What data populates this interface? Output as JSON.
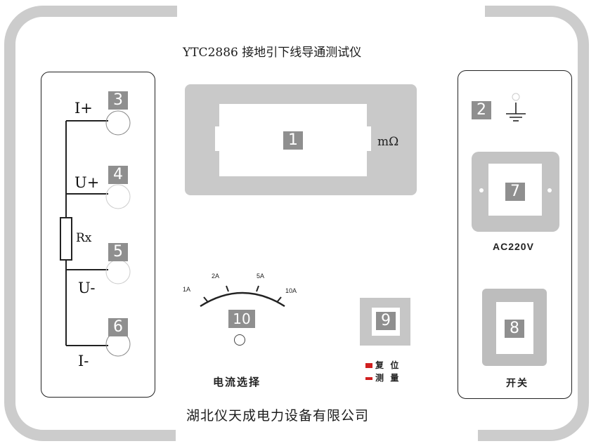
{
  "header": {
    "title": "YTC2886 接地引下线导通测试仪"
  },
  "footer": {
    "manufacturer": "湖北仪天成电力设备有限公司"
  },
  "terminals": {
    "i_plus": {
      "label": "I+",
      "number": "3"
    },
    "u_plus": {
      "label": "U+",
      "number": "4"
    },
    "u_minus": {
      "label": "U-",
      "number": "5"
    },
    "i_minus": {
      "label": "I-",
      "number": "6"
    },
    "resistor_label": "Rx"
  },
  "display": {
    "number": "1",
    "unit": "mΩ"
  },
  "ground": {
    "number": "2"
  },
  "power_socket": {
    "number": "7",
    "label": "AC220V"
  },
  "power_switch": {
    "number": "8",
    "label": "开关"
  },
  "test_button": {
    "number": "9",
    "reset_label": "复 位",
    "measure_label": "测 量"
  },
  "current_selector": {
    "number": "10",
    "label": "电流选择",
    "options": [
      "1A",
      "2A",
      "5A",
      "10A"
    ]
  },
  "colors": {
    "bezel": "#cccccc",
    "number_box": "#8f8f8f",
    "indicator_red": "#d01f1f"
  }
}
